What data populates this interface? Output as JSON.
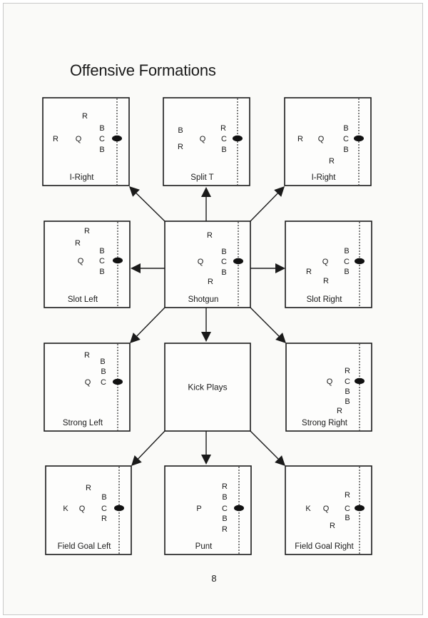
{
  "title": "Offensive Formations",
  "page_number": "8",
  "formations": [
    {
      "id": "i-right-left",
      "label": "I-Right",
      "players": [
        "R",
        "B",
        "R",
        "Q",
        "C",
        "B"
      ]
    },
    {
      "id": "split-t",
      "label": "Split T",
      "players": [
        "R",
        "B",
        "Q",
        "C",
        "R",
        "B"
      ]
    },
    {
      "id": "i-right-right",
      "label": "I-Right",
      "players": [
        "B",
        "R",
        "Q",
        "C",
        "B",
        "R"
      ]
    },
    {
      "id": "slot-left",
      "label": "Slot Left",
      "players": [
        "R",
        "R",
        "B",
        "Q",
        "C",
        "B"
      ]
    },
    {
      "id": "shotgun",
      "label": "Shotgun",
      "players": [
        "R",
        "B",
        "Q",
        "C",
        "B",
        "R"
      ]
    },
    {
      "id": "slot-right",
      "label": "Slot Right",
      "players": [
        "B",
        "Q",
        "C",
        "R",
        "B",
        "R"
      ]
    },
    {
      "id": "strong-left",
      "label": "Strong Left",
      "players": [
        "R",
        "B",
        "B",
        "Q",
        "C"
      ]
    },
    {
      "id": "kick-plays",
      "label": "Kick Plays",
      "players": []
    },
    {
      "id": "strong-right",
      "label": "Strong Right",
      "players": [
        "R",
        "Q",
        "C",
        "B",
        "B",
        "R"
      ]
    },
    {
      "id": "field-goal-left",
      "label": "Field Goal Left",
      "players": [
        "R",
        "B",
        "K",
        "Q",
        "C",
        "R"
      ]
    },
    {
      "id": "punt",
      "label": "Punt",
      "players": [
        "R",
        "B",
        "P",
        "C",
        "B",
        "R"
      ]
    },
    {
      "id": "field-goal-right",
      "label": "Field Goal Right",
      "players": [
        "R",
        "K",
        "Q",
        "C",
        "B",
        "R"
      ]
    }
  ]
}
